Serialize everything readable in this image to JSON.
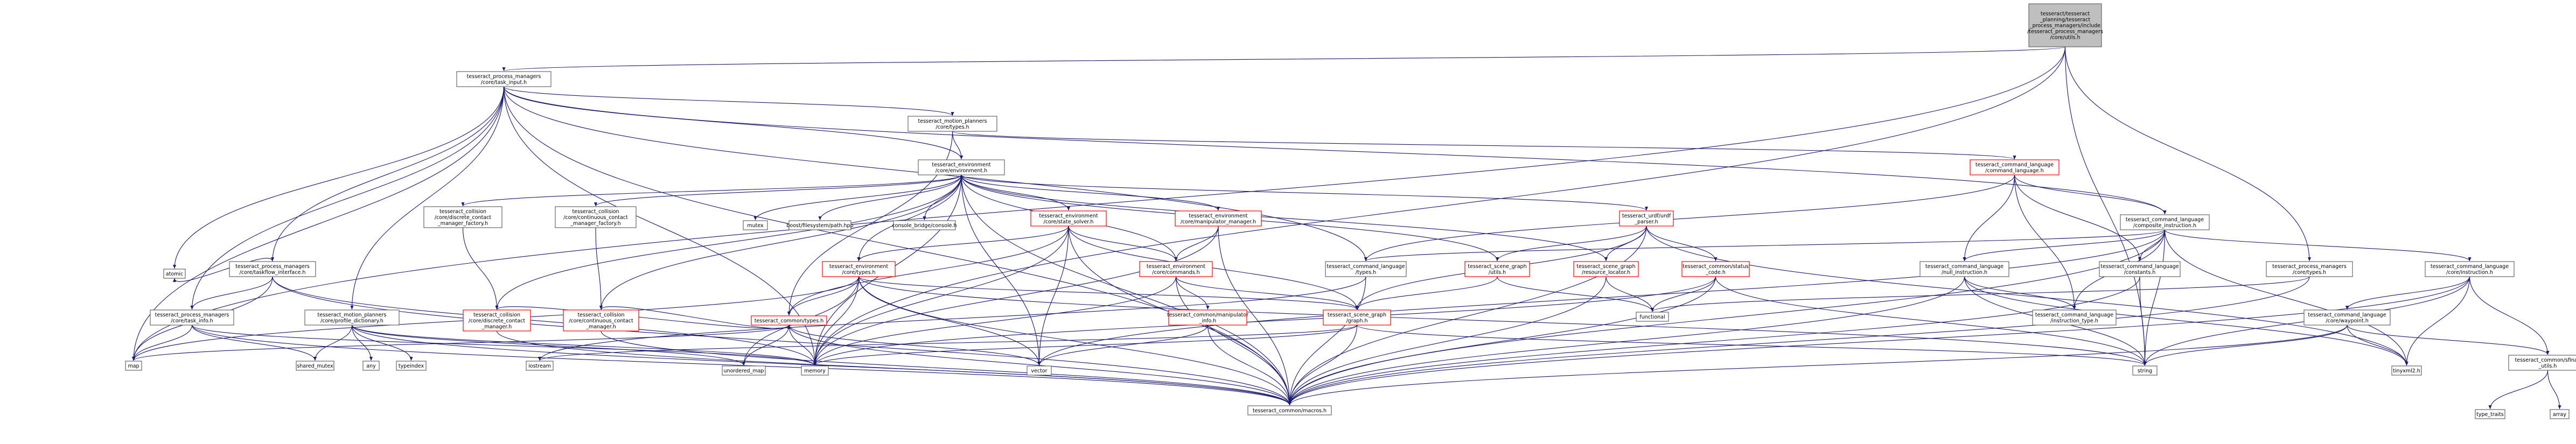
{
  "colors": {
    "edge": "#191970",
    "default_border": "#666666",
    "warn_border": "#ff0000",
    "root_fill": "#bfbfbf",
    "fill": "#ffffff"
  },
  "nodes": [
    {
      "id": "root",
      "lines": [
        "tesseract/tesseract",
        "_planning/tesseract",
        "_process_managers/include",
        "/tesseract_process_managers",
        "/core/utils.h"
      ],
      "kind": "root"
    },
    {
      "id": "task_input",
      "lines": [
        "tesseract_process_managers",
        "/core/task_input.h"
      ],
      "kind": "normal"
    },
    {
      "id": "mp_types",
      "lines": [
        "tesseract_motion_planners",
        "/core/types.h"
      ],
      "kind": "normal"
    },
    {
      "id": "env",
      "lines": [
        "tesseract_environment",
        "/core/environment.h"
      ],
      "kind": "normal"
    },
    {
      "id": "cl_cmd",
      "lines": [
        "tesseract_command_language",
        "/command_language.h"
      ],
      "kind": "warn"
    },
    {
      "id": "cl_comp",
      "lines": [
        "tesseract_command_language",
        "/composite_instruction.h"
      ],
      "kind": "normal"
    },
    {
      "id": "disc_factory",
      "lines": [
        "tesseract_collision",
        "/core/discrete_contact",
        "_manager_factory.h"
      ],
      "kind": "normal"
    },
    {
      "id": "cont_factory",
      "lines": [
        "tesseract_collision",
        "/core/continuous_contact",
        "_manager_factory.h"
      ],
      "kind": "normal"
    },
    {
      "id": "mutex",
      "lines": [
        "mutex"
      ],
      "kind": "normal"
    },
    {
      "id": "boost_fs",
      "lines": [
        "boost/filesystem/path.hpp"
      ],
      "kind": "normal"
    },
    {
      "id": "console",
      "lines": [
        "console_bridge/console.h"
      ],
      "kind": "normal"
    },
    {
      "id": "state_solver",
      "lines": [
        "tesseract_environment",
        "/core/state_solver.h"
      ],
      "kind": "warn"
    },
    {
      "id": "manip_mgr",
      "lines": [
        "tesseract_environment",
        "/core/manipulator_manager.h"
      ],
      "kind": "warn"
    },
    {
      "id": "urdf",
      "lines": [
        "tesseract_urdf/urdf",
        "_parser.h"
      ],
      "kind": "warn"
    },
    {
      "id": "cl_types",
      "lines": [
        "tesseract_command_language",
        "/types.h"
      ],
      "kind": "normal"
    },
    {
      "id": "taskflow",
      "lines": [
        "tesseract_process_managers",
        "/core/taskflow_interface.h"
      ],
      "kind": "normal"
    },
    {
      "id": "sg_utils",
      "lines": [
        "tesseract_scene_graph",
        "/utils.h"
      ],
      "kind": "warn"
    },
    {
      "id": "sg_locator",
      "lines": [
        "tesseract_scene_graph",
        "/resource_locator.h"
      ],
      "kind": "warn"
    },
    {
      "id": "status_code",
      "lines": [
        "tesseract_common/status",
        "_code.h"
      ],
      "kind": "warn"
    },
    {
      "id": "cl_null",
      "lines": [
        "tesseract_command_language",
        "/null_instruction.h"
      ],
      "kind": "normal"
    },
    {
      "id": "cl_constants",
      "lines": [
        "tesseract_command_language",
        "/constants.h"
      ],
      "kind": "normal"
    },
    {
      "id": "pm_types",
      "lines": [
        "tesseract_process_managers",
        "/core/types.h"
      ],
      "kind": "normal"
    },
    {
      "id": "cl_instruction",
      "lines": [
        "tesseract_command_language",
        "/core/instruction.h"
      ],
      "kind": "normal"
    },
    {
      "id": "atomic",
      "lines": [
        "atomic"
      ],
      "kind": "normal"
    },
    {
      "id": "env_types",
      "lines": [
        "tesseract_environment",
        "/core/types.h"
      ],
      "kind": "warn"
    },
    {
      "id": "env_commands",
      "lines": [
        "tesseract_environment",
        "/core/commands.h"
      ],
      "kind": "warn"
    },
    {
      "id": "task_info",
      "lines": [
        "tesseract_process_managers",
        "/core/task_info.h"
      ],
      "kind": "normal"
    },
    {
      "id": "profile_dict",
      "lines": [
        "tesseract_motion_planners",
        "/core/profile_dictionary.h"
      ],
      "kind": "normal"
    },
    {
      "id": "functional",
      "lines": [
        "functional"
      ],
      "kind": "normal"
    },
    {
      "id": "sg_graph",
      "lines": [
        "tesseract_scene_graph",
        "/graph.h"
      ],
      "kind": "warn"
    },
    {
      "id": "common_types",
      "lines": [
        "tesseract_common/types.h"
      ],
      "kind": "warn"
    },
    {
      "id": "manipulator_utils",
      "lines": [
        "tesseract_common/manipulator",
        "_info.h"
      ],
      "kind": "warn"
    },
    {
      "id": "cl_instr_type",
      "lines": [
        "tesseract_command_language",
        "/instruction_type.h"
      ],
      "kind": "normal"
    },
    {
      "id": "cl_waypoint",
      "lines": [
        "tesseract_command_language",
        "/core/waypoint.h"
      ],
      "kind": "normal"
    },
    {
      "id": "disc_mgr",
      "lines": [
        "tesseract_collision",
        "/core/discrete_contact",
        "_manager.h"
      ],
      "kind": "warn"
    },
    {
      "id": "cont_mgr",
      "lines": [
        "tesseract_collision",
        "/core/continuous_contact",
        "_manager.h"
      ],
      "kind": "warn"
    },
    {
      "id": "ostream",
      "lines": [
        "iostream"
      ],
      "kind": "normal"
    },
    {
      "id": "sfinae",
      "lines": [
        "tesseract_common/sfinae",
        "_utils.h"
      ],
      "kind": "normal"
    },
    {
      "id": "map",
      "lines": [
        "map"
      ],
      "kind": "normal"
    },
    {
      "id": "shared_mutex",
      "lines": [
        "shared_mutex"
      ],
      "kind": "normal"
    },
    {
      "id": "any",
      "lines": [
        "any"
      ],
      "kind": "normal"
    },
    {
      "id": "typeindex",
      "lines": [
        "typeindex"
      ],
      "kind": "normal"
    },
    {
      "id": "unordered_map",
      "lines": [
        "unordered_map"
      ],
      "kind": "normal"
    },
    {
      "id": "memory",
      "lines": [
        "memory"
      ],
      "kind": "normal"
    },
    {
      "id": "vector",
      "lines": [
        "vector"
      ],
      "kind": "normal"
    },
    {
      "id": "string",
      "lines": [
        "string"
      ],
      "kind": "normal"
    },
    {
      "id": "tinyxml2",
      "lines": [
        "tinyxml2.h"
      ],
      "kind": "normal"
    },
    {
      "id": "type_traits",
      "lines": [
        "type_traits"
      ],
      "kind": "normal"
    },
    {
      "id": "array",
      "lines": [
        "array"
      ],
      "kind": "normal"
    },
    {
      "id": "macros",
      "lines": [
        "tesseract_common/macros.h"
      ],
      "kind": "normal"
    }
  ],
  "edges": [
    [
      "root",
      "task_input"
    ],
    [
      "root",
      "pm_types"
    ],
    [
      "root",
      "map"
    ],
    [
      "root",
      "memory"
    ],
    [
      "root",
      "string"
    ],
    [
      "task_input",
      "mp_types"
    ],
    [
      "task_input",
      "env"
    ],
    [
      "task_input",
      "cl_comp"
    ],
    [
      "task_input",
      "cl_types"
    ],
    [
      "task_input",
      "taskflow"
    ],
    [
      "task_input",
      "task_info"
    ],
    [
      "task_input",
      "profile_dict"
    ],
    [
      "task_input",
      "atomic"
    ],
    [
      "task_input",
      "map"
    ],
    [
      "task_input",
      "memory"
    ],
    [
      "task_input",
      "macros"
    ],
    [
      "mp_types",
      "env"
    ],
    [
      "mp_types",
      "cl_cmd"
    ],
    [
      "mp_types",
      "common_types"
    ],
    [
      "env",
      "disc_factory"
    ],
    [
      "env",
      "cont_factory"
    ],
    [
      "env",
      "mutex"
    ],
    [
      "env",
      "boost_fs"
    ],
    [
      "env",
      "console"
    ],
    [
      "env",
      "state_solver"
    ],
    [
      "env",
      "manip_mgr"
    ],
    [
      "env",
      "urdf"
    ],
    [
      "env",
      "sg_utils"
    ],
    [
      "env",
      "sg_locator"
    ],
    [
      "env",
      "env_types"
    ],
    [
      "env",
      "env_commands"
    ],
    [
      "env",
      "disc_mgr"
    ],
    [
      "env",
      "cont_mgr"
    ],
    [
      "env",
      "vector"
    ],
    [
      "env",
      "memory"
    ],
    [
      "env",
      "macros"
    ],
    [
      "cl_cmd",
      "cl_comp"
    ],
    [
      "cl_cmd",
      "cl_null"
    ],
    [
      "cl_cmd",
      "cl_constants"
    ],
    [
      "cl_cmd",
      "cl_instr_type"
    ],
    [
      "cl_cmd",
      "cl_types"
    ],
    [
      "cl_comp",
      "cl_instruction"
    ],
    [
      "cl_comp",
      "cl_null"
    ],
    [
      "cl_comp",
      "cl_instr_type"
    ],
    [
      "cl_comp",
      "cl_constants"
    ],
    [
      "cl_comp",
      "vector"
    ],
    [
      "cl_comp",
      "string"
    ],
    [
      "cl_comp",
      "tinyxml2"
    ],
    [
      "cl_comp",
      "macros"
    ],
    [
      "cl_comp",
      "cl_types"
    ],
    [
      "disc_factory",
      "disc_mgr"
    ],
    [
      "cont_factory",
      "cont_mgr"
    ],
    [
      "state_solver",
      "env_types"
    ],
    [
      "state_solver",
      "env_commands"
    ],
    [
      "state_solver",
      "sg_graph"
    ],
    [
      "state_solver",
      "memory"
    ],
    [
      "state_solver",
      "vector"
    ],
    [
      "state_solver",
      "macros"
    ],
    [
      "state_solver",
      "common_types"
    ],
    [
      "manip_mgr",
      "env_commands"
    ],
    [
      "manip_mgr",
      "macros"
    ],
    [
      "manip_mgr",
      "memory"
    ],
    [
      "urdf",
      "sg_graph"
    ],
    [
      "urdf",
      "sg_utils"
    ],
    [
      "urdf",
      "sg_locator"
    ],
    [
      "urdf",
      "status_code"
    ],
    [
      "urdf",
      "tinyxml2"
    ],
    [
      "urdf",
      "macros"
    ],
    [
      "taskflow",
      "task_info"
    ],
    [
      "taskflow",
      "atomic"
    ],
    [
      "taskflow",
      "map"
    ],
    [
      "taskflow",
      "memory"
    ],
    [
      "taskflow",
      "macros"
    ],
    [
      "sg_utils",
      "sg_graph"
    ],
    [
      "sg_utils",
      "functional"
    ],
    [
      "sg_locator",
      "functional"
    ],
    [
      "sg_locator",
      "macros"
    ],
    [
      "status_code",
      "functional"
    ],
    [
      "status_code",
      "string"
    ],
    [
      "status_code",
      "memory"
    ],
    [
      "status_code",
      "macros"
    ],
    [
      "cl_null",
      "cl_instr_type"
    ],
    [
      "cl_null",
      "string"
    ],
    [
      "cl_null",
      "tinyxml2"
    ],
    [
      "cl_null",
      "macros"
    ],
    [
      "cl_constants",
      "string"
    ],
    [
      "cl_constants",
      "macros"
    ],
    [
      "pm_types",
      "functional"
    ],
    [
      "pm_types",
      "macros"
    ],
    [
      "cl_instruction",
      "cl_waypoint"
    ],
    [
      "cl_instruction",
      "sfinae"
    ],
    [
      "cl_instruction",
      "string"
    ],
    [
      "cl_instruction",
      "tinyxml2"
    ],
    [
      "cl_instruction",
      "macros"
    ],
    [
      "env_types",
      "common_types"
    ],
    [
      "env_types",
      "sg_graph"
    ],
    [
      "env_types",
      "unordered_map"
    ],
    [
      "env_types",
      "vector"
    ],
    [
      "env_types",
      "memory"
    ],
    [
      "env_types",
      "map"
    ],
    [
      "env_types",
      "string"
    ],
    [
      "env_types",
      "macros"
    ],
    [
      "env_commands",
      "manipulator_utils"
    ],
    [
      "env_commands",
      "sg_graph"
    ],
    [
      "env_commands",
      "memory"
    ],
    [
      "env_commands",
      "macros"
    ],
    [
      "task_info",
      "map"
    ],
    [
      "task_info",
      "shared_mutex"
    ],
    [
      "task_info",
      "memory"
    ],
    [
      "task_info",
      "macros"
    ],
    [
      "profile_dict",
      "any"
    ],
    [
      "profile_dict",
      "typeindex"
    ],
    [
      "profile_dict",
      "shared_mutex"
    ],
    [
      "profile_dict",
      "unordered_map"
    ],
    [
      "profile_dict",
      "memory"
    ],
    [
      "profile_dict",
      "macros"
    ],
    [
      "sg_graph",
      "string"
    ],
    [
      "sg_graph",
      "memory"
    ],
    [
      "sg_graph",
      "macros"
    ],
    [
      "sg_graph",
      "ostream"
    ],
    [
      "common_types",
      "vector"
    ],
    [
      "common_types",
      "memory"
    ],
    [
      "common_types",
      "map"
    ],
    [
      "common_types",
      "unordered_map"
    ],
    [
      "common_types",
      "macros"
    ],
    [
      "manipulator_utils",
      "vector"
    ],
    [
      "manipulator_utils",
      "macros"
    ],
    [
      "cl_waypoint",
      "sfinae"
    ],
    [
      "cl_waypoint",
      "string"
    ],
    [
      "cl_waypoint",
      "tinyxml2"
    ],
    [
      "cl_waypoint",
      "macros"
    ],
    [
      "disc_mgr",
      "common_types"
    ],
    [
      "disc_mgr",
      "macros"
    ],
    [
      "cont_mgr",
      "common_types"
    ],
    [
      "cont_mgr",
      "macros"
    ],
    [
      "sfinae",
      "type_traits"
    ],
    [
      "sfinae",
      "array"
    ],
    [
      "cl_types",
      "ostream"
    ],
    [
      "cl_types",
      "macros"
    ]
  ]
}
